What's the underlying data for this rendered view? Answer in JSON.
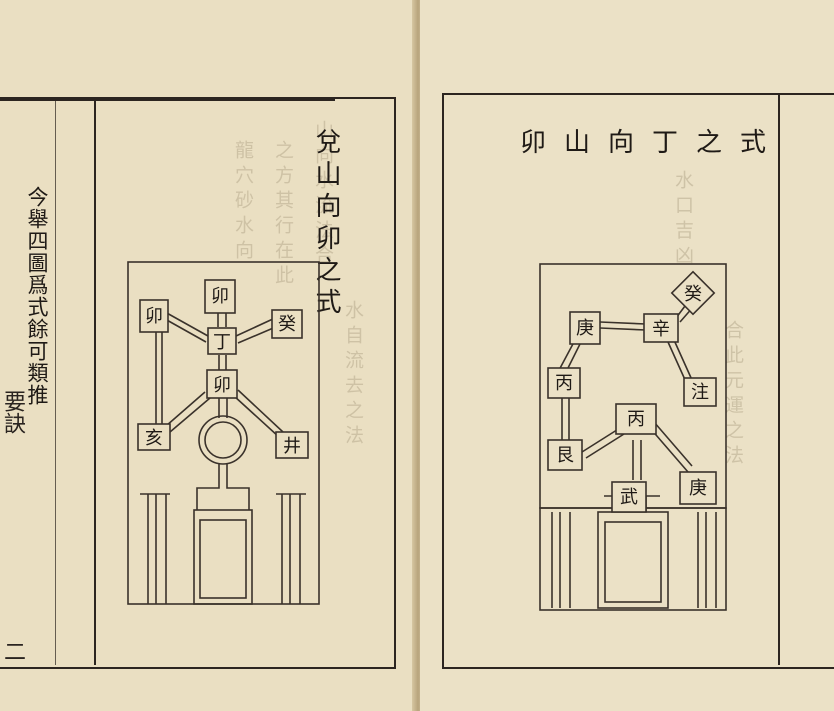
{
  "left_page": {
    "title": "兌山向卯之式",
    "note": "今舉四圖爲式餘可類推",
    "edge_text_1": "要訣",
    "edge_text_2": "二",
    "diagram": {
      "top_label": "卯",
      "left_label": "卯",
      "right_label": "癸",
      "hub_label": "丁",
      "center_label": "卯",
      "lower_left_label": "亥",
      "lower_right_label": "井"
    }
  },
  "right_page": {
    "title": "卯山向丁之式",
    "diagram": {
      "top_right_label": "癸",
      "left_label": "庚",
      "hub_label": "辛",
      "right_label": "注",
      "mid_left_label": "丙",
      "center_label": "丙",
      "lower_left_label": "艮",
      "gate_label": "武",
      "lower_right_label": "庚"
    }
  }
}
